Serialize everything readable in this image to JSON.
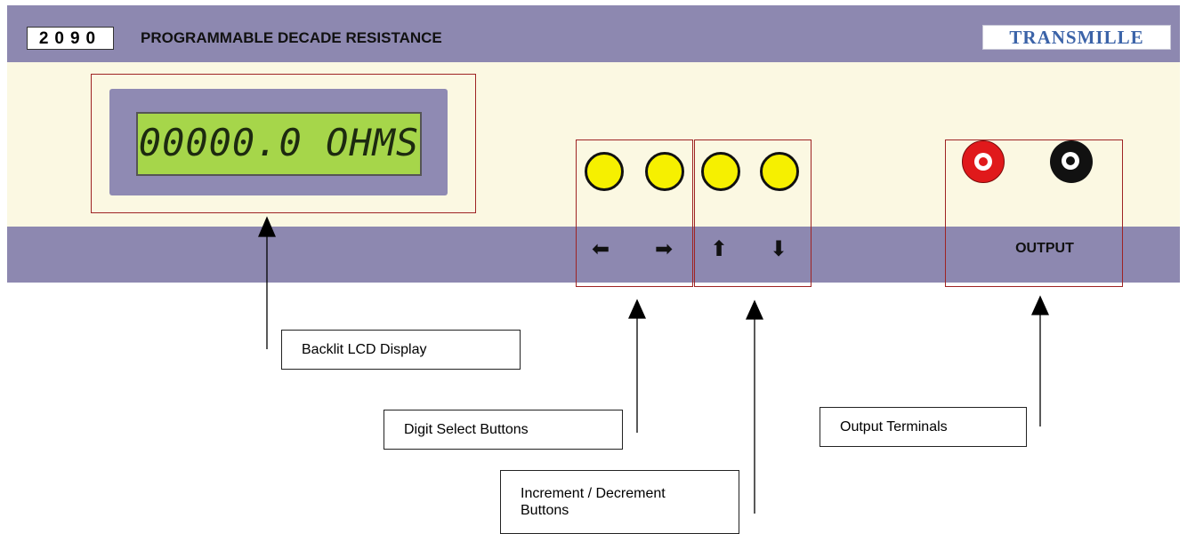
{
  "panel": {
    "model_number": "2090",
    "title": "PROGRAMMABLE DECADE RESISTANCE",
    "brand": "TRANSMILLE",
    "lcd_text": "00000.0 OHMS",
    "output_label": "OUTPUT",
    "arrows": [
      "⬅",
      "➡",
      "⬆",
      "⬇"
    ]
  },
  "callouts": {
    "lcd": "Backlit LCD Display",
    "digit_select": "Digit Select Buttons",
    "inc_dec_line1": "Increment / Decrement",
    "inc_dec_line2": "Buttons",
    "output": "Output Terminals"
  },
  "colors": {
    "panel_band": "#8d88b0",
    "panel_face": "#fbf8e2",
    "lcd_green": "#a6d64a",
    "button_yellow": "#f6f000",
    "terminal_red": "#e0191b",
    "terminal_black": "#111111",
    "highlight_box": "#9e2424"
  }
}
